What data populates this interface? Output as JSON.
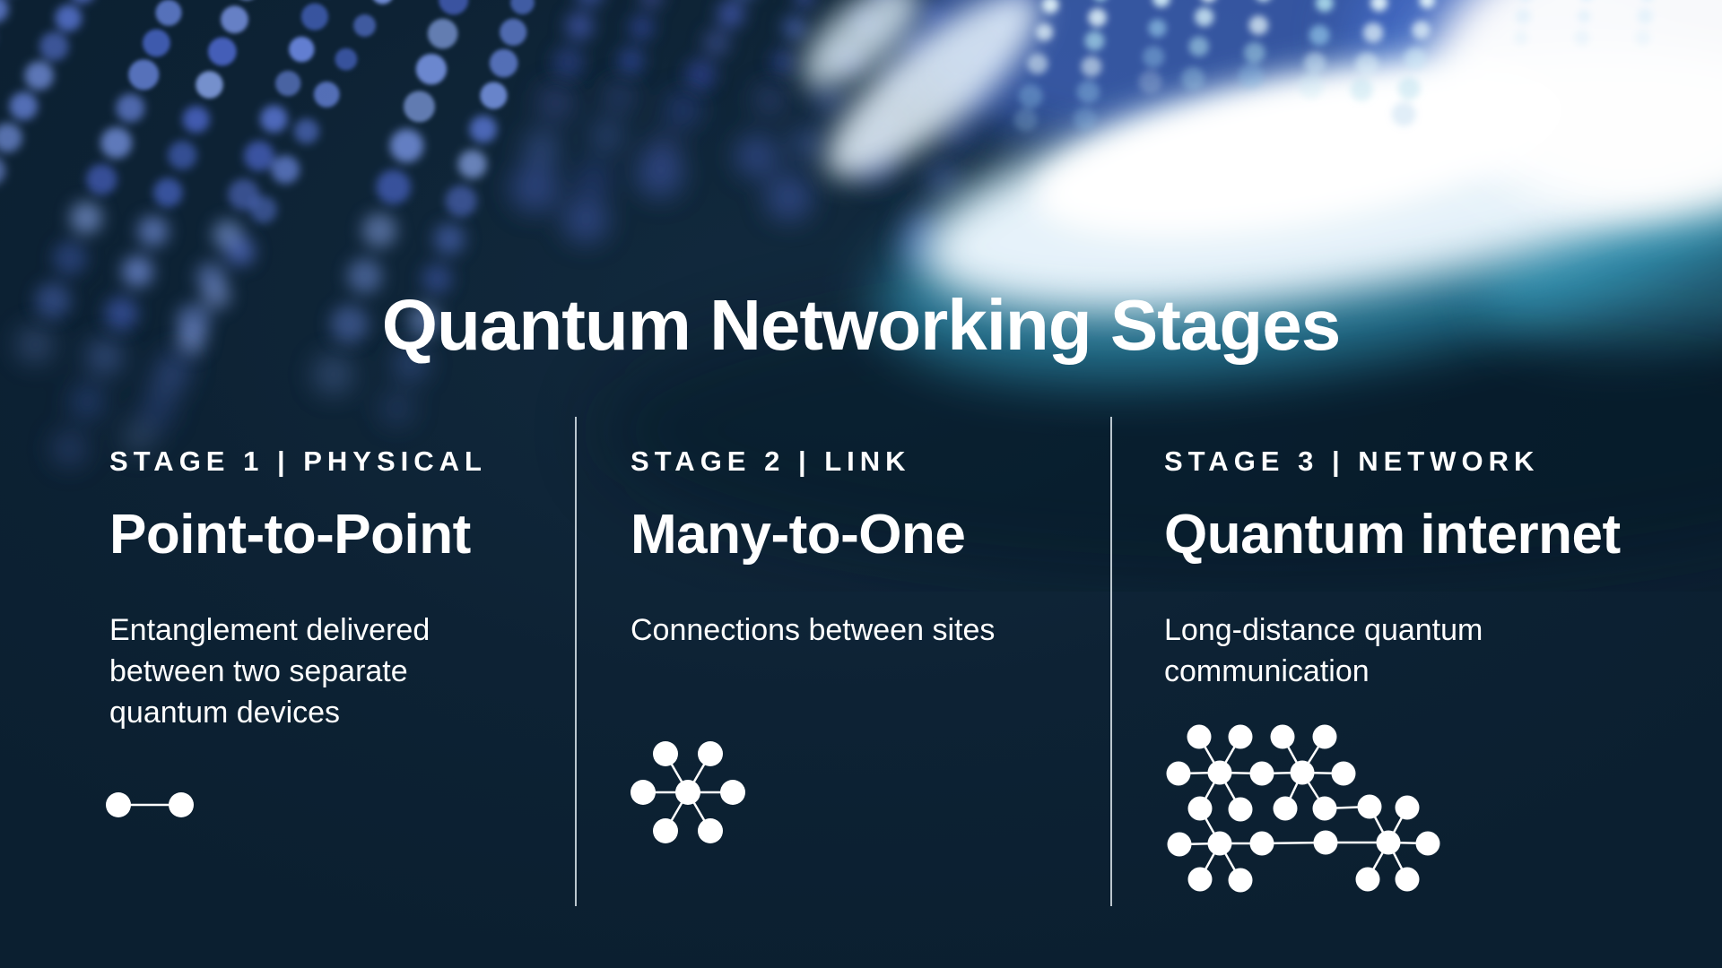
{
  "title": "Quantum Networking Stages",
  "colors": {
    "background": "#0d2234",
    "text": "#ffffff",
    "divider": "#e2ecf2",
    "icon_white": "#ffffff",
    "bokeh_blue": "#5a78d8",
    "bokeh_blue_dim": "#4a60c0",
    "bokeh_pale": "#cfeaf6",
    "glow_white": "#edf7fe",
    "glow_cyan": "#3cc0e8",
    "glow_haze_blue": "#3f63bc"
  },
  "stages": [
    {
      "label": "STAGE 1 | PHYSICAL",
      "heading": "Point-to-Point",
      "description": "Entanglement delivered between two separate quantum devices",
      "icon": "point-to-point-icon"
    },
    {
      "label": "STAGE 2 | LINK",
      "heading": "Many-to-One",
      "description": "Connections between sites",
      "icon": "many-to-one-icon"
    },
    {
      "label": "STAGE 3 | NETWORK",
      "heading": "Quantum internet",
      "description": "Long-distance quantum communication",
      "icon": "quantum-internet-icon"
    }
  ]
}
